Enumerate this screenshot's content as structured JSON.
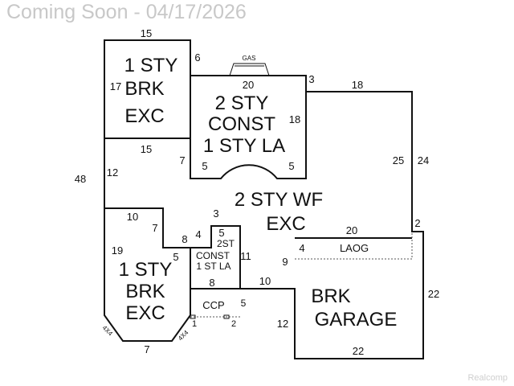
{
  "banner": "Coming Soon - 04/17/2026",
  "watermark": "Realcomp",
  "gas_label": "GAS",
  "rooms": {
    "top_left_1": "1 STY",
    "top_left_2": "BRK",
    "top_left_3": "EXC",
    "center_1": "2 STY",
    "center_2": "CONST",
    "center_3": "1 STY LA",
    "main_1": "2 STY WF",
    "main_2": "EXC",
    "small_1": "2ST",
    "small_2": "CONST",
    "small_3": "1 ST LA",
    "bottom_left_1": "1 STY",
    "bottom_left_2": "BRK",
    "bottom_left_3": "EXC",
    "garage_1": "BRK",
    "garage_2": "GARAGE",
    "laog": "LAOG",
    "ccp": "CCP"
  },
  "dims": {
    "d15_top": "15",
    "d6": "6",
    "d17": "17",
    "d20_top": "20",
    "d3_top": "3",
    "d18_right": "18",
    "d18_top": "18",
    "d15_mid": "15",
    "d7_mid": "7",
    "d5_left": "5",
    "d5_right": "5",
    "d48": "48",
    "d12_left": "12",
    "d25": "25",
    "d24": "24",
    "d3_mid": "3",
    "d10_left": "10",
    "d7_left": "7",
    "d4": "4",
    "d5_small": "5",
    "d8_upper": "8",
    "d20_garage": "20",
    "d2": "2",
    "d19": "19",
    "d5_diag": "5",
    "d11": "11",
    "d4_laog": "4",
    "d9": "9",
    "d8_lower": "8",
    "d10_lower": "10",
    "d5_ccp": "5",
    "d22_right": "22",
    "d1": "1",
    "d2_ccp": "2",
    "d12_garage": "12",
    "d7_bottom": "7",
    "d4x4_left": "4X4",
    "d4x4_right": "4X4",
    "d22_bottom": "22"
  }
}
